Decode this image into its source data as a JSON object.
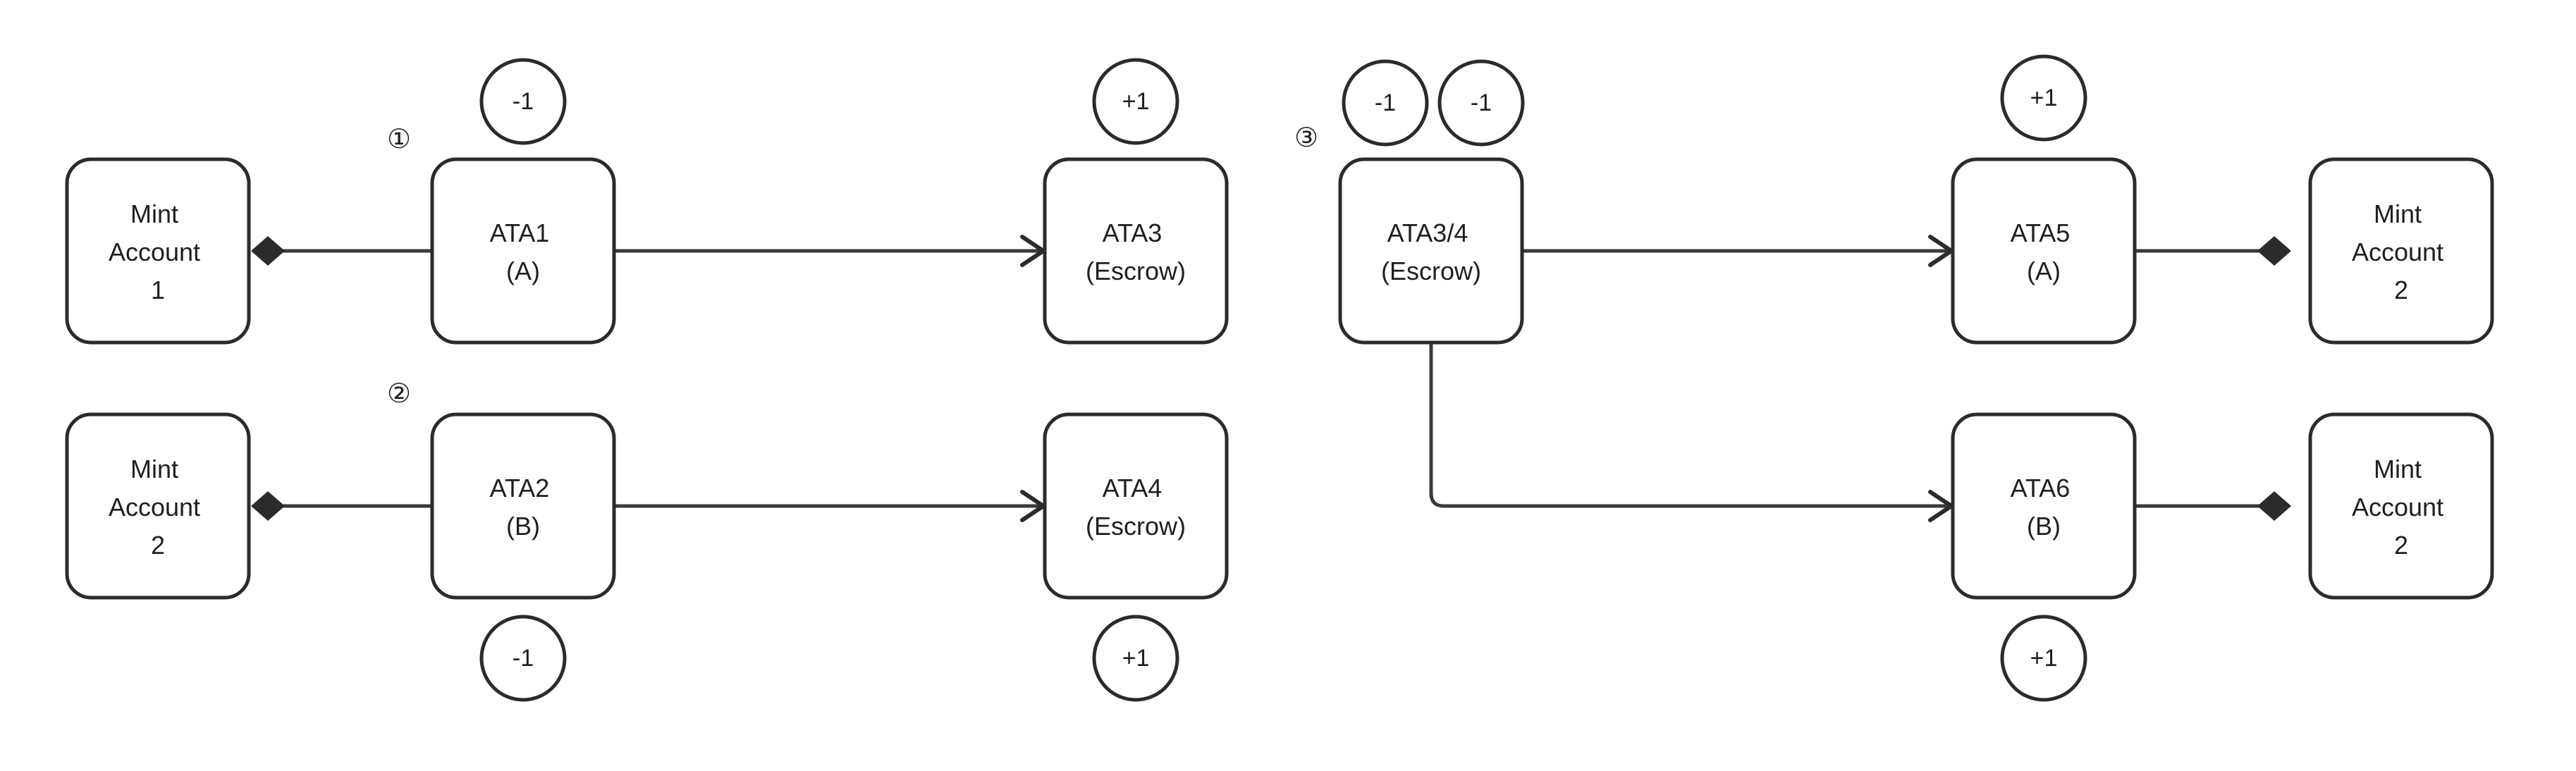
{
  "colors": {
    "stroke": "#2b2b2b",
    "text": "#1f1f1f",
    "background": "#ffffff"
  },
  "steps": {
    "one": "①",
    "two": "②",
    "three": "③"
  },
  "nodes": {
    "mint1_top": {
      "lines": [
        "Mint",
        "Account",
        "1"
      ]
    },
    "mint2_left": {
      "lines": [
        "Mint",
        "Account",
        "2"
      ]
    },
    "ata1": {
      "lines": [
        "ATA1",
        "(A)"
      ]
    },
    "ata2": {
      "lines": [
        "ATA2",
        "(B)"
      ]
    },
    "ata3": {
      "lines": [
        "ATA3",
        "(Escrow)"
      ]
    },
    "ata4": {
      "lines": [
        "ATA4",
        "(Escrow)"
      ]
    },
    "ata34": {
      "lines": [
        "ATA3/4",
        "(Escrow)"
      ]
    },
    "ata5": {
      "lines": [
        "ATA5",
        "(A)"
      ]
    },
    "ata6": {
      "lines": [
        "ATA6",
        "(B)"
      ]
    },
    "mint2_r_top": {
      "lines": [
        "Mint",
        "Account",
        "2"
      ]
    },
    "mint2_r_bot": {
      "lines": [
        "Mint",
        "Account",
        "2"
      ]
    }
  },
  "badges": {
    "ata1": "-1",
    "ata3": "+1",
    "ata2": "-1",
    "ata4": "+1",
    "ata34_a": "-1",
    "ata34_b": "-1",
    "ata5": "+1",
    "ata6": "+1"
  },
  "edges": [
    {
      "from": "ata1",
      "to": "mint1_top",
      "end": "diamond"
    },
    {
      "from": "ata1",
      "to": "ata3",
      "end": "arrow"
    },
    {
      "from": "ata2",
      "to": "mint2_left",
      "end": "diamond"
    },
    {
      "from": "ata2",
      "to": "ata4",
      "end": "arrow"
    },
    {
      "from": "ata34",
      "to": "ata5",
      "end": "arrow"
    },
    {
      "from": "ata34",
      "to": "ata6",
      "end": "arrow"
    },
    {
      "from": "ata5",
      "to": "mint2_r_top",
      "end": "diamond"
    },
    {
      "from": "ata6",
      "to": "mint2_r_bot",
      "end": "diamond"
    }
  ]
}
